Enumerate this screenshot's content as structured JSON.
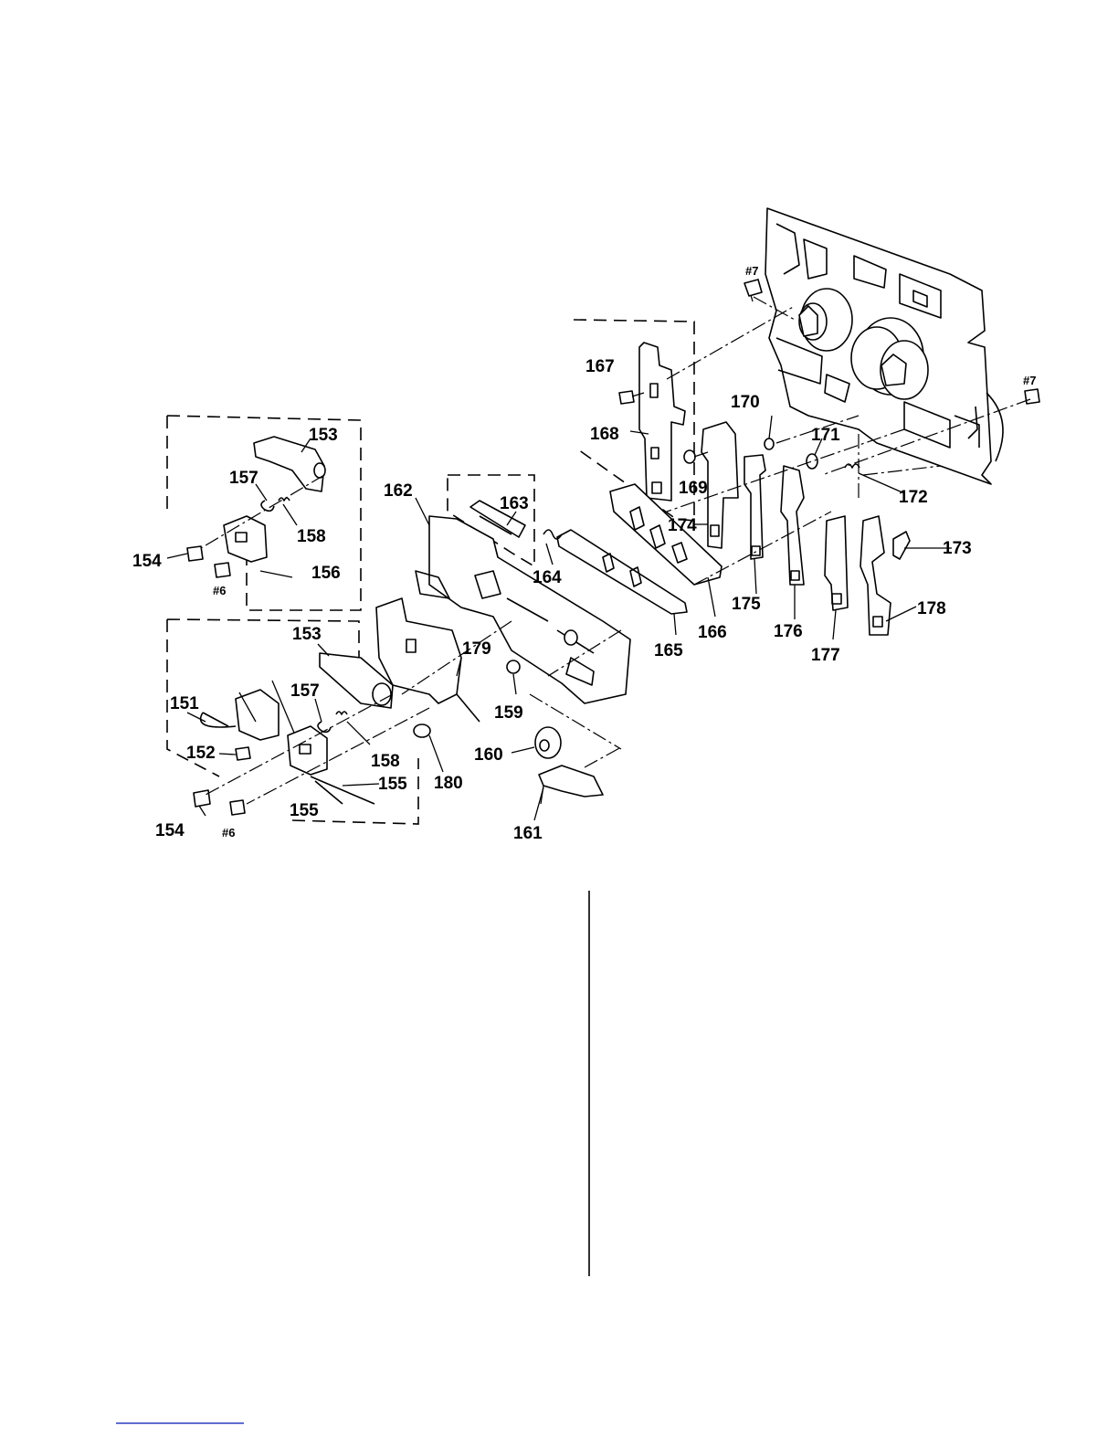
{
  "diagram": {
    "callouts": [
      {
        "id": "c151",
        "text": "151"
      },
      {
        "id": "c152",
        "text": "152"
      },
      {
        "id": "c153a",
        "text": "153"
      },
      {
        "id": "c153b",
        "text": "153"
      },
      {
        "id": "c154a",
        "text": "154"
      },
      {
        "id": "c154b",
        "text": "154"
      },
      {
        "id": "c155a",
        "text": "155"
      },
      {
        "id": "c155b",
        "text": "155"
      },
      {
        "id": "c156",
        "text": "156"
      },
      {
        "id": "c157a",
        "text": "157"
      },
      {
        "id": "c157b",
        "text": "157"
      },
      {
        "id": "c158a",
        "text": "158"
      },
      {
        "id": "c158b",
        "text": "158"
      },
      {
        "id": "c159",
        "text": "159"
      },
      {
        "id": "c160",
        "text": "160"
      },
      {
        "id": "c161",
        "text": "161"
      },
      {
        "id": "c162",
        "text": "162"
      },
      {
        "id": "c163",
        "text": "163"
      },
      {
        "id": "c164",
        "text": "164"
      },
      {
        "id": "c165",
        "text": "165"
      },
      {
        "id": "c166",
        "text": "166"
      },
      {
        "id": "c167",
        "text": "167"
      },
      {
        "id": "c168",
        "text": "168"
      },
      {
        "id": "c169",
        "text": "169"
      },
      {
        "id": "c170",
        "text": "170"
      },
      {
        "id": "c171",
        "text": "171"
      },
      {
        "id": "c172",
        "text": "172"
      },
      {
        "id": "c173",
        "text": "173"
      },
      {
        "id": "c174",
        "text": "174"
      },
      {
        "id": "c175",
        "text": "175"
      },
      {
        "id": "c176",
        "text": "176"
      },
      {
        "id": "c177",
        "text": "177"
      },
      {
        "id": "c178",
        "text": "178"
      },
      {
        "id": "c179",
        "text": "179"
      },
      {
        "id": "c180",
        "text": "180"
      },
      {
        "id": "s6a",
        "text": "#6"
      },
      {
        "id": "s6b",
        "text": "#6"
      },
      {
        "id": "s7a",
        "text": "#7"
      },
      {
        "id": "s7b",
        "text": "#7"
      }
    ]
  }
}
